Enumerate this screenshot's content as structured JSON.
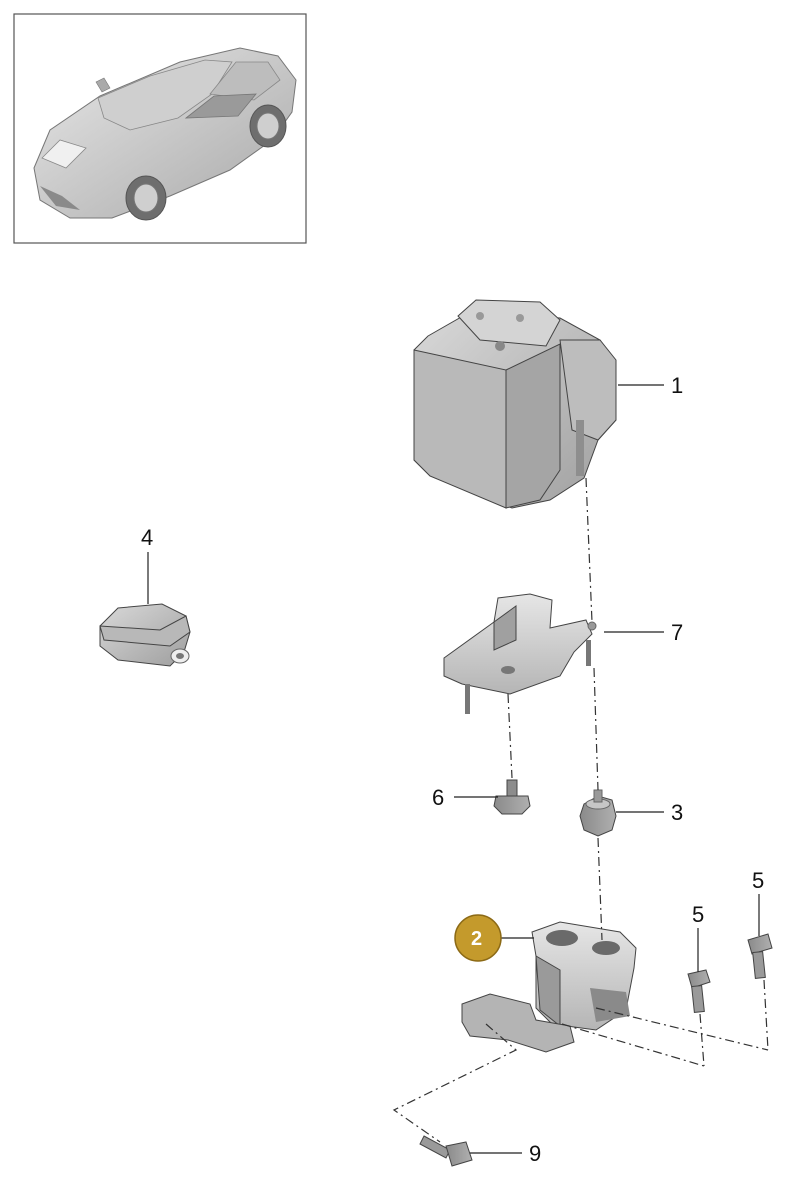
{
  "diagram": {
    "vehicle_thumbnail": "car-icon",
    "highlight_color": "#c49a2c",
    "callouts": [
      {
        "id": "c1",
        "label": "1",
        "part": "hydraulic-unit"
      },
      {
        "id": "c2",
        "label": "2",
        "part": "bracket-lower",
        "highlighted": true
      },
      {
        "id": "c3",
        "label": "3",
        "part": "rubber-mount"
      },
      {
        "id": "c4",
        "label": "4",
        "part": "sensor"
      },
      {
        "id": "c5a",
        "label": "5",
        "part": "bolt"
      },
      {
        "id": "c5b",
        "label": "5",
        "part": "bolt"
      },
      {
        "id": "c6",
        "label": "6",
        "part": "bolt-flange"
      },
      {
        "id": "c7",
        "label": "7",
        "part": "bracket-upper"
      },
      {
        "id": "c9",
        "label": "9",
        "part": "bolt-long"
      }
    ]
  }
}
